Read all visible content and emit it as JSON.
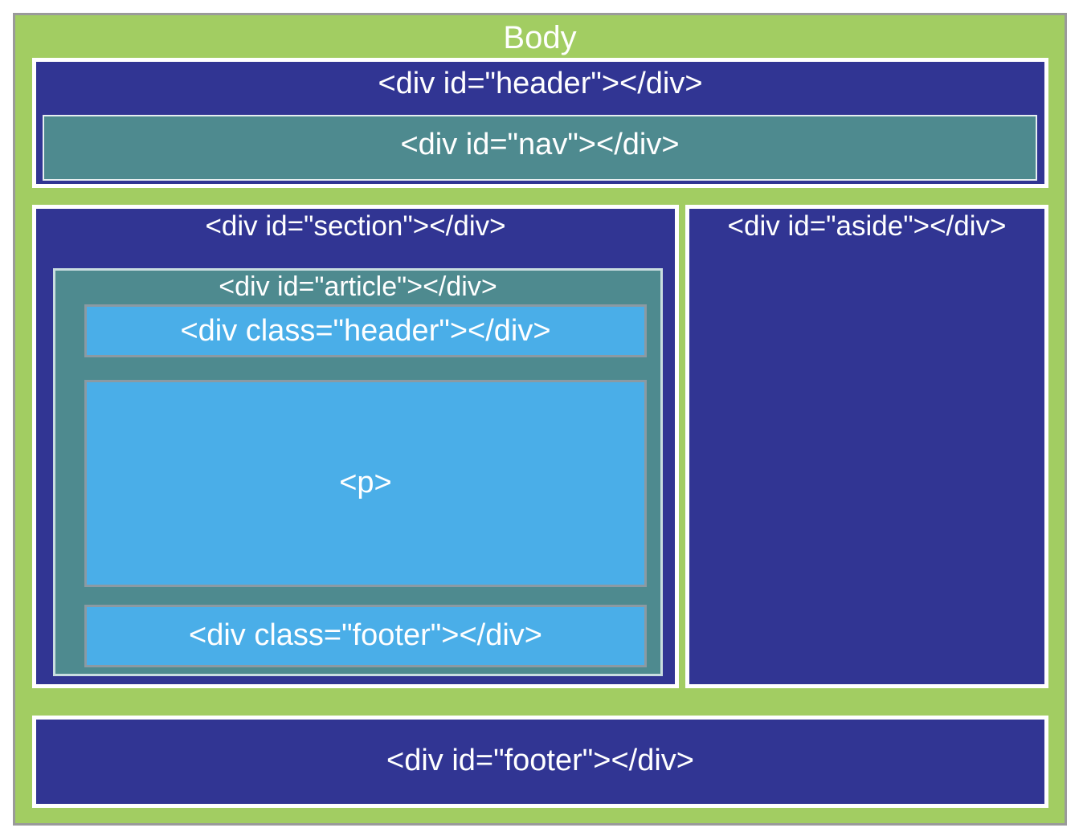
{
  "diagram": {
    "body_label": "Body",
    "header_label": "<div id=\"header\"></div>",
    "nav_label": "<div id=\"nav\"></div>",
    "section_label": "<div id=\"section\"></div>",
    "article_label": "<div id=\"article\"></div>",
    "article_header_label": "<div class=\"header\"></div>",
    "paragraph_label": "<p>",
    "article_footer_label": "<div class=\"footer\"></div>",
    "aside_label": "<div id=\"aside\"></div>",
    "footer_label": "<div id=\"footer\"></div>"
  },
  "colors": {
    "body_green": "#a2cd62",
    "container_navy": "#313593",
    "nested_teal": "#4e8a8f",
    "inner_sky_blue": "#4aaee8",
    "border_white": "#ffffff"
  }
}
